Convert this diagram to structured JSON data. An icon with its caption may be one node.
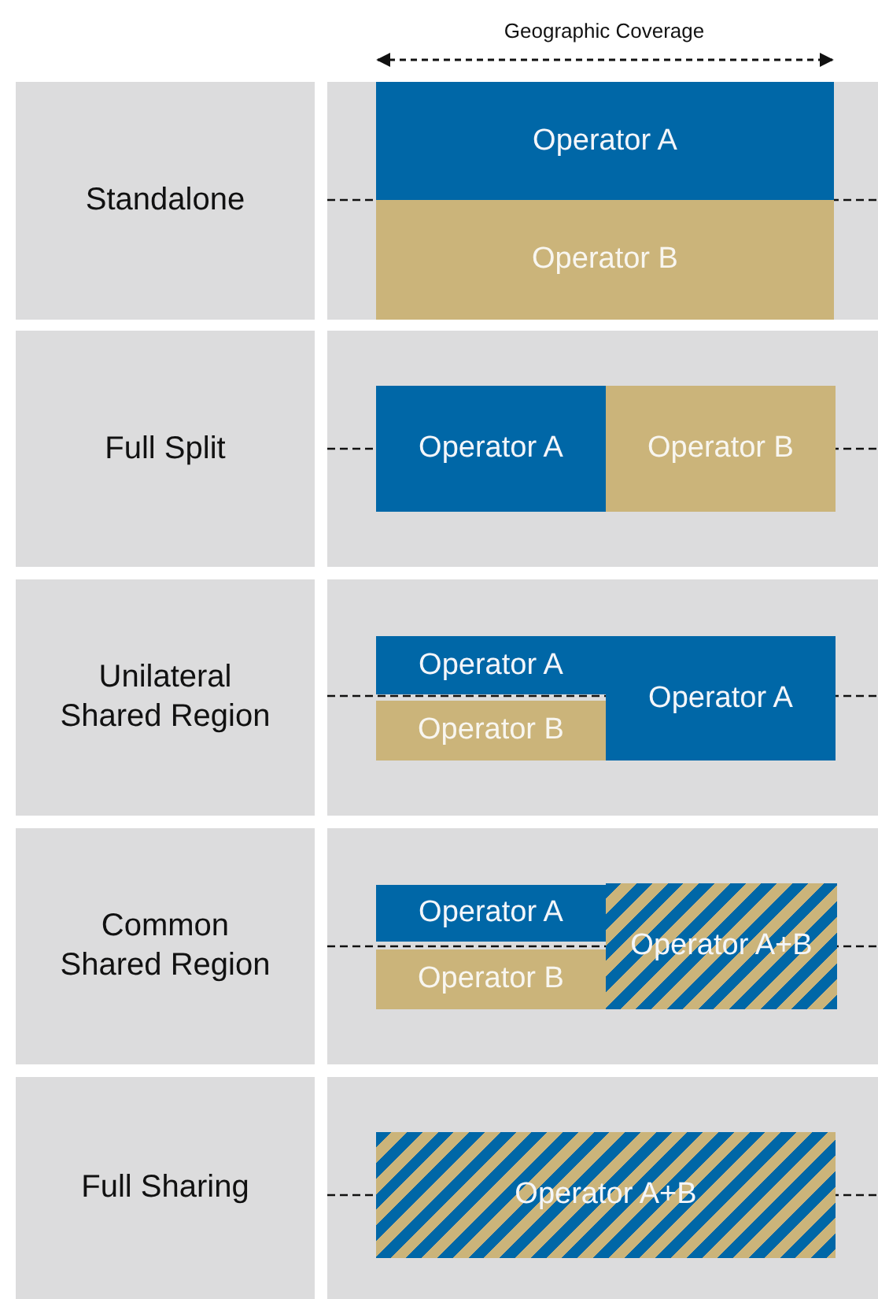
{
  "diagram": {
    "nodes": [
      {
        "text": [
          "Standalone"
        ]
      },
      {
        "text": [
          "Operator A"
        ]
      },
      {
        "text": [
          "Operator B"
        ]
      },
      {
        "text": [
          "Full Split"
        ]
      },
      {
        "text": [
          "Operator A"
        ]
      },
      {
        "text": [
          "Operator B"
        ]
      },
      {
        "text": [
          "Unilateral Shared Region"
        ]
      },
      {
        "text": [
          "Operator A"
        ]
      },
      {
        "text": [
          "Operator B"
        ]
      },
      {
        "text": [
          "Operator A"
        ]
      },
      {
        "text": [
          "Common Shared Region"
        ]
      },
      {
        "text": [
          "Operator A"
        ]
      },
      {
        "text": [
          "Operator B"
        ]
      },
      {
        "text": [
          "Operator A+B"
        ]
      },
      {
        "text": [
          "Full Sharing"
        ]
      },
      {
        "text": [
          "Operator A+B"
        ]
      }
    ],
    "labels": [
      "Geographic Coverage"
    ]
  }
}
